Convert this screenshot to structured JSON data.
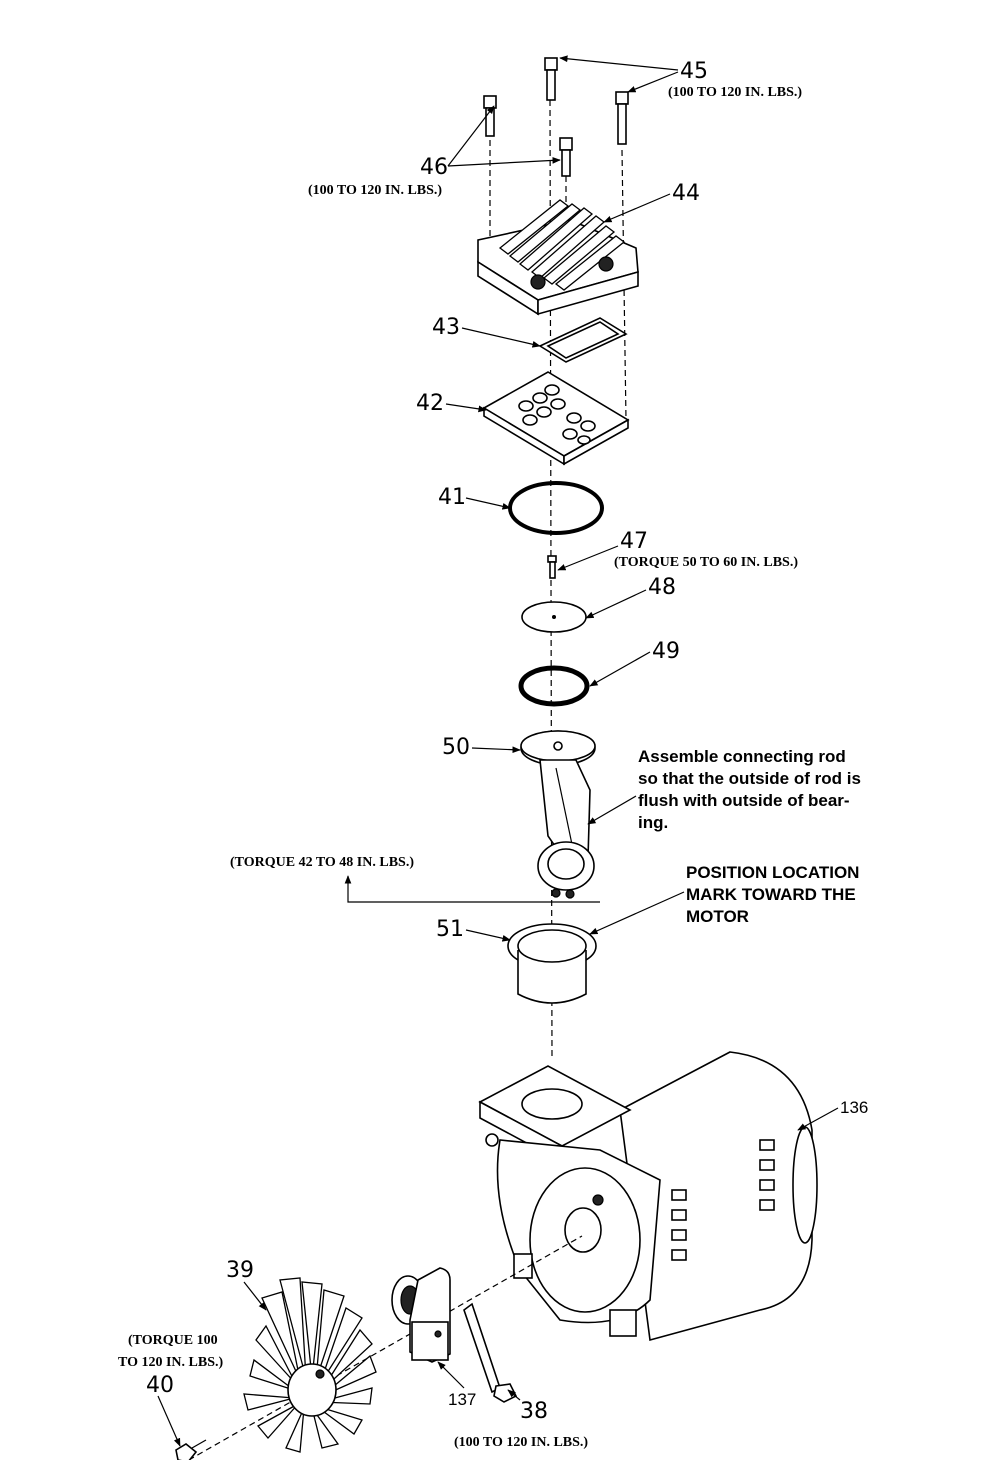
{
  "callouts": {
    "p45": "45",
    "p46": "46",
    "p44": "44",
    "p43": "43",
    "p42": "42",
    "p41": "41",
    "p47": "47",
    "p48": "48",
    "p49": "49",
    "p50": "50",
    "p51": "51",
    "p136": "136",
    "p39": "39",
    "p40": "40",
    "p137": "137",
    "p38": "38"
  },
  "torque": {
    "t45": "(100 TO 120 IN. LBS.)",
    "t46": "(100 TO 120 IN. LBS.)",
    "t47": "(TORQUE 50 TO 60 IN. LBS.)",
    "t50": "(TORQUE 42 TO 48 IN. LBS.)",
    "t40_line1": "(TORQUE 100",
    "t40_line2": "TO 120 IN. LBS.)",
    "t38": "(100 TO 120 IN. LBS.)"
  },
  "notes": {
    "rod_line1": "Assemble connecting rod",
    "rod_line2": "so that the outside of rod is",
    "rod_line3": "flush with outside of bear-",
    "rod_line4": "ing.",
    "position_line1": "POSITION LOCATION",
    "position_line2": "MARK TOWARD THE",
    "position_line3": "MOTOR"
  }
}
